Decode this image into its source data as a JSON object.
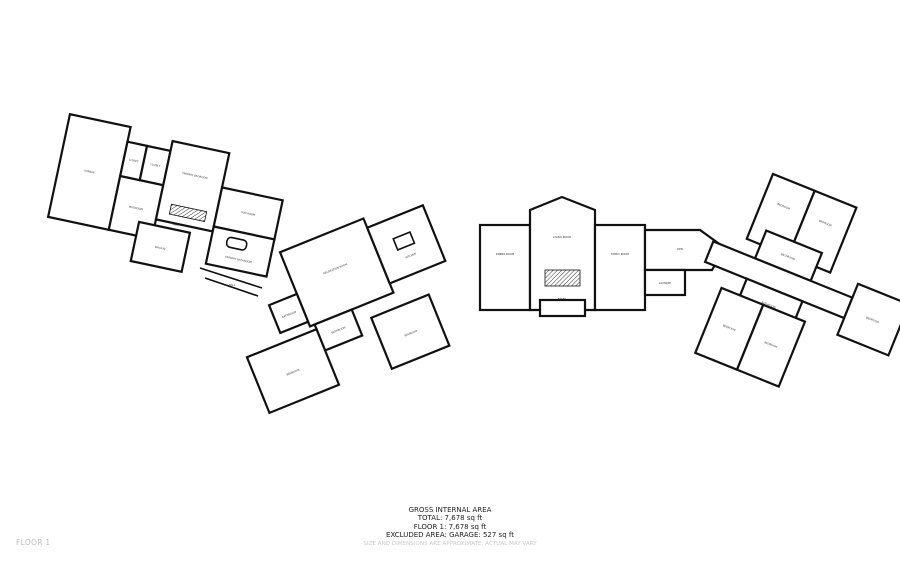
{
  "floor_label": "FLOOR 1",
  "summary": {
    "title": "GROSS INTERNAL AREA",
    "total": "TOTAL: 7,678 sq ft",
    "floor1": "FLOOR 1: 7,678 sq ft",
    "excluded": "EXCLUDED AREA: GARAGE: 527 sq ft",
    "note": "SIZE AND DIMENSIONS ARE APPROXIMATE, ACTUAL MAY VARY"
  },
  "rooms": {
    "garage": "GARAGE",
    "mudroom": "MUDROOM",
    "closet1": "CLOSET",
    "closet2": "CLOSET",
    "primary_bedroom": "PRIMARY BEDROOM",
    "sun_room": "SUN ROOM",
    "primary_bathroom": "PRIMARY BATHROOM",
    "walk_in": "WALK-IN",
    "hall1": "HALL",
    "hall2": "HALL",
    "recreation_room": "RECREATION ROOM",
    "kitchen": "KITCHEN",
    "bathroom1": "BATHROOM",
    "bathroom2": "BATHROOM",
    "bedroom1": "BEDROOM",
    "bedroom2": "BEDROOM",
    "dining_room": "DINING ROOM",
    "living_room": "LIVING ROOM",
    "family_room": "FAMILY ROOM",
    "foyer": "FOYER",
    "den": "DEN",
    "laundry": "LAUNDRY",
    "bedroom3": "BEDROOM",
    "bedroom4": "BEDROOM",
    "bedroom5": "BEDROOM",
    "bedroom6": "BEDROOM",
    "bedroom7": "BEDROOM",
    "bathroom3": "BATHROOM",
    "bathroom4": "BATHROOM"
  }
}
